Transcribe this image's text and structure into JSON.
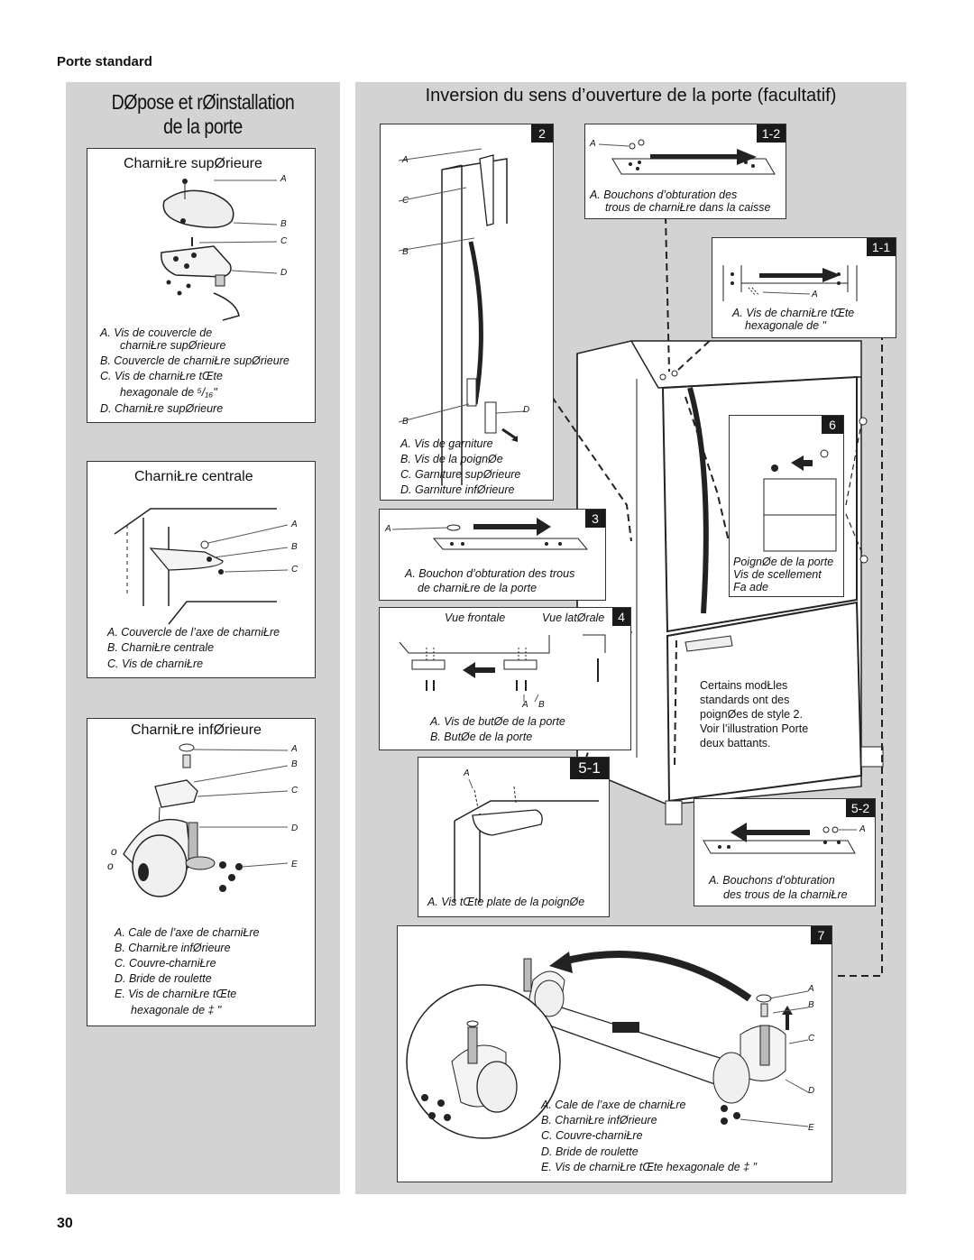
{
  "header": {
    "section_label": "Porte standard"
  },
  "left_panel": {
    "title_line1": "DØpose et rØinstallation",
    "title_line2": "de la porte",
    "top_hinge": {
      "title": "CharniŁre supØrieure",
      "letters": [
        "A",
        "B",
        "C",
        "D"
      ],
      "legend": [
        "A. Vis de couvercle de",
        "charniŁre supØrieure",
        "B. Couvercle de charniŁre supØrieure",
        "C. Vis de charniŁre   tŒte",
        "hexagonale de ⁵/₁₆\"",
        "D. CharniŁre supØrieure"
      ]
    },
    "center_hinge": {
      "title": "CharniŁre centrale",
      "letters": [
        "A",
        "B",
        "C"
      ],
      "legend": [
        "A. Couvercle de l’axe de charniŁre",
        "B. CharniŁre centrale",
        "C. Vis de charniŁre"
      ]
    },
    "bottom_hinge": {
      "title": "CharniŁre infØrieure",
      "letters": [
        "A",
        "B",
        "C",
        "D",
        "E"
      ],
      "side_marks": [
        "o",
        "o"
      ],
      "legend": [
        "A. Cale de l’axe de charniŁre",
        "B. CharniŁre infØrieure",
        "C. Couvre-charniŁre",
        "D. Bride de roulette",
        "E. Vis de charniŁre   tŒte",
        "hexagonale de ‡ \""
      ]
    }
  },
  "right_panel": {
    "title": "Inversion du sens d’ouverture de la porte (facultatif)",
    "step2": {
      "badge": "2",
      "letters": [
        "A",
        "C",
        "B",
        "B",
        "D"
      ],
      "legend": [
        "A. Vis de garniture",
        "B. Vis de la poignØe",
        "C. Garniture supØrieure",
        "D. Garniture infØrieure"
      ]
    },
    "step1_2": {
      "badge": "1-2",
      "letters": [
        "A"
      ],
      "legend": [
        "A. Bouchons d’obturation des",
        "trous de charniŁre dans la caisse"
      ]
    },
    "step1_1": {
      "badge": "1-1",
      "letters": [
        "A"
      ],
      "legend": [
        "A. Vis de charniŁre   tŒte",
        "hexagonale de      \""
      ]
    },
    "step6": {
      "badge": "6",
      "legend": [
        "PoignØe de la porte",
        "Vis de scellement",
        "Fa ade"
      ]
    },
    "step3": {
      "badge": "3",
      "letters": [
        "A"
      ],
      "legend": [
        "A. Bouchon d’obturation des trous",
        "de charniŁre de la porte"
      ]
    },
    "step4": {
      "badge": "4",
      "view_front": "Vue frontale",
      "view_side": "Vue latØrale",
      "letters": [
        "A",
        "B"
      ],
      "legend": [
        "A. Vis de butØe de la porte",
        "B. ButØe de la porte"
      ]
    },
    "step5_1": {
      "badge": "5-1",
      "letters": [
        "A"
      ],
      "legend": [
        "A. Vis   tŒte plate de la poignØe"
      ]
    },
    "note": [
      "Certains modŁles",
      "standards ont des",
      "poignØes de style 2.",
      "Voir l’illustration Porte",
      "  deux battants."
    ],
    "step5_2": {
      "badge": "5-2",
      "letters": [
        "A"
      ],
      "legend": [
        "A. Bouchons d’obturation",
        "des trous de la charniŁre"
      ]
    },
    "step7": {
      "badge": "7",
      "letters": [
        "A",
        "B",
        "C",
        "D",
        "E"
      ],
      "legend": [
        "A. Cale de l’axe de charniŁre",
        "B. CharniŁre infØrieure",
        "C. Couvre-charniŁre",
        "D. Bride de roulette",
        "E. Vis de charniŁre   tŒte hexagonale de ‡ \""
      ]
    }
  },
  "footer": {
    "page_number": "30"
  }
}
